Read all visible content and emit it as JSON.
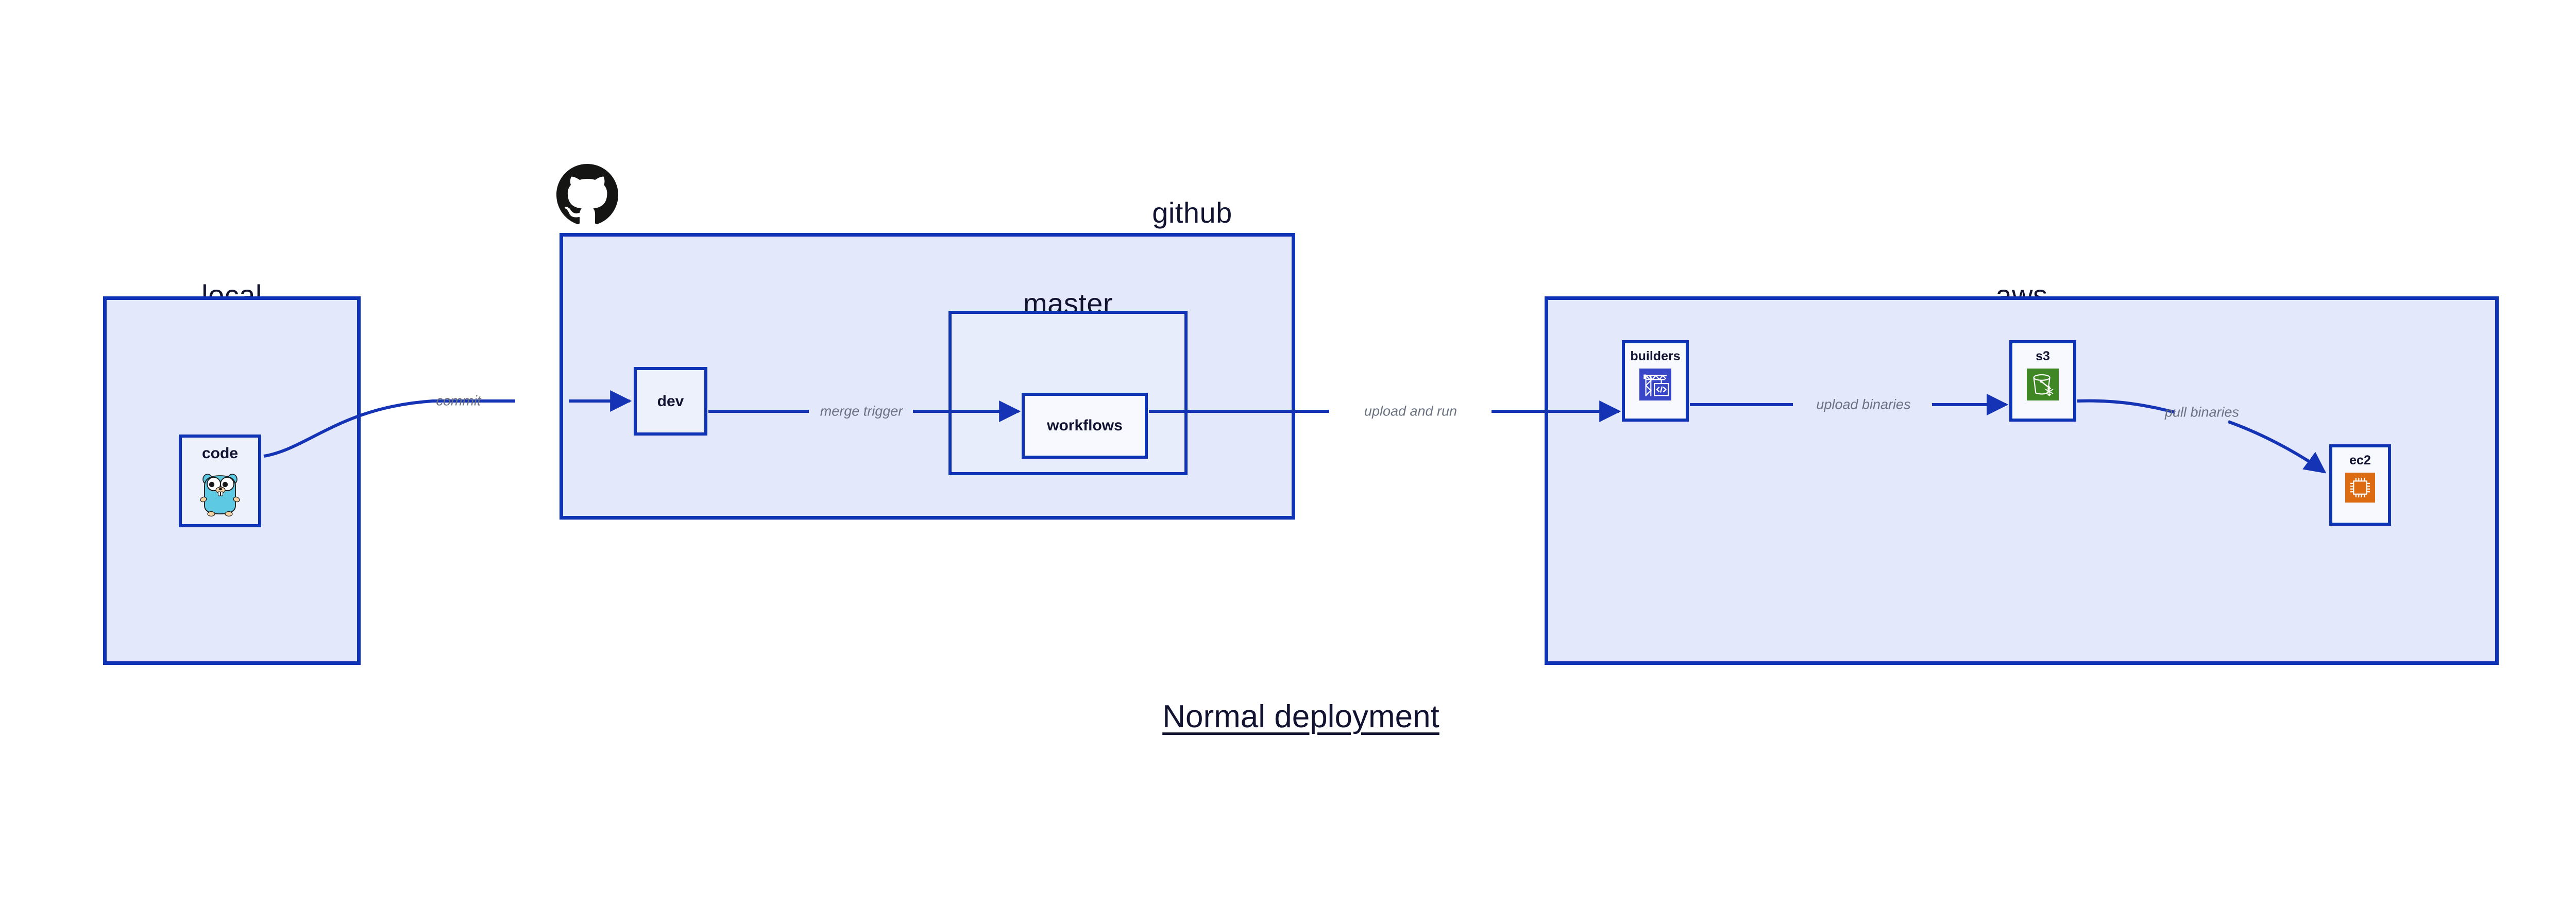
{
  "diagram": {
    "title": "Normal deployment",
    "background_color": "#ffffff",
    "accent_color": "#0f33b5",
    "group_fill": "#e3e8fb",
    "node_fill": "#edf1fc",
    "label_color": "#6b7280"
  },
  "groups": [
    {
      "id": "local",
      "label": "local"
    },
    {
      "id": "github",
      "label": "github"
    },
    {
      "id": "aws",
      "label": "aws"
    }
  ],
  "subgroups": [
    {
      "id": "master",
      "label": "master"
    }
  ],
  "nodes": [
    {
      "id": "code",
      "label": "code",
      "icon": "go-gopher-icon",
      "icon_color": "#5dc9e2"
    },
    {
      "id": "dev",
      "label": "dev",
      "icon": "none",
      "icon_color": ""
    },
    {
      "id": "workflows",
      "label": "workflows",
      "icon": "none",
      "icon_color": ""
    },
    {
      "id": "builders",
      "label": "builders",
      "icon": "crane-code-icon",
      "icon_color": "#3a46c8"
    },
    {
      "id": "s3",
      "label": "s3",
      "icon": "s3-bucket-icon",
      "icon_color": "#3f8624"
    },
    {
      "id": "ec2",
      "label": "ec2",
      "icon": "cpu-chip-icon",
      "icon_color": "#dd6b12"
    }
  ],
  "edges": [
    {
      "id": "commit",
      "from": "code",
      "to": "dev",
      "label": "commit"
    },
    {
      "id": "merge-trigger",
      "from": "dev",
      "to": "workflows",
      "label": "merge trigger"
    },
    {
      "id": "upload-and-run",
      "from": "workflows",
      "to": "builders",
      "label": "upload and run"
    },
    {
      "id": "upload-binaries",
      "from": "builders",
      "to": "s3",
      "label": "upload binaries"
    },
    {
      "id": "pull-binaries",
      "from": "s3",
      "to": "ec2",
      "label": "pull binaries"
    }
  ],
  "logos": [
    {
      "id": "github-octocat",
      "name": "github-octocat-icon",
      "color": "#151513"
    }
  ]
}
